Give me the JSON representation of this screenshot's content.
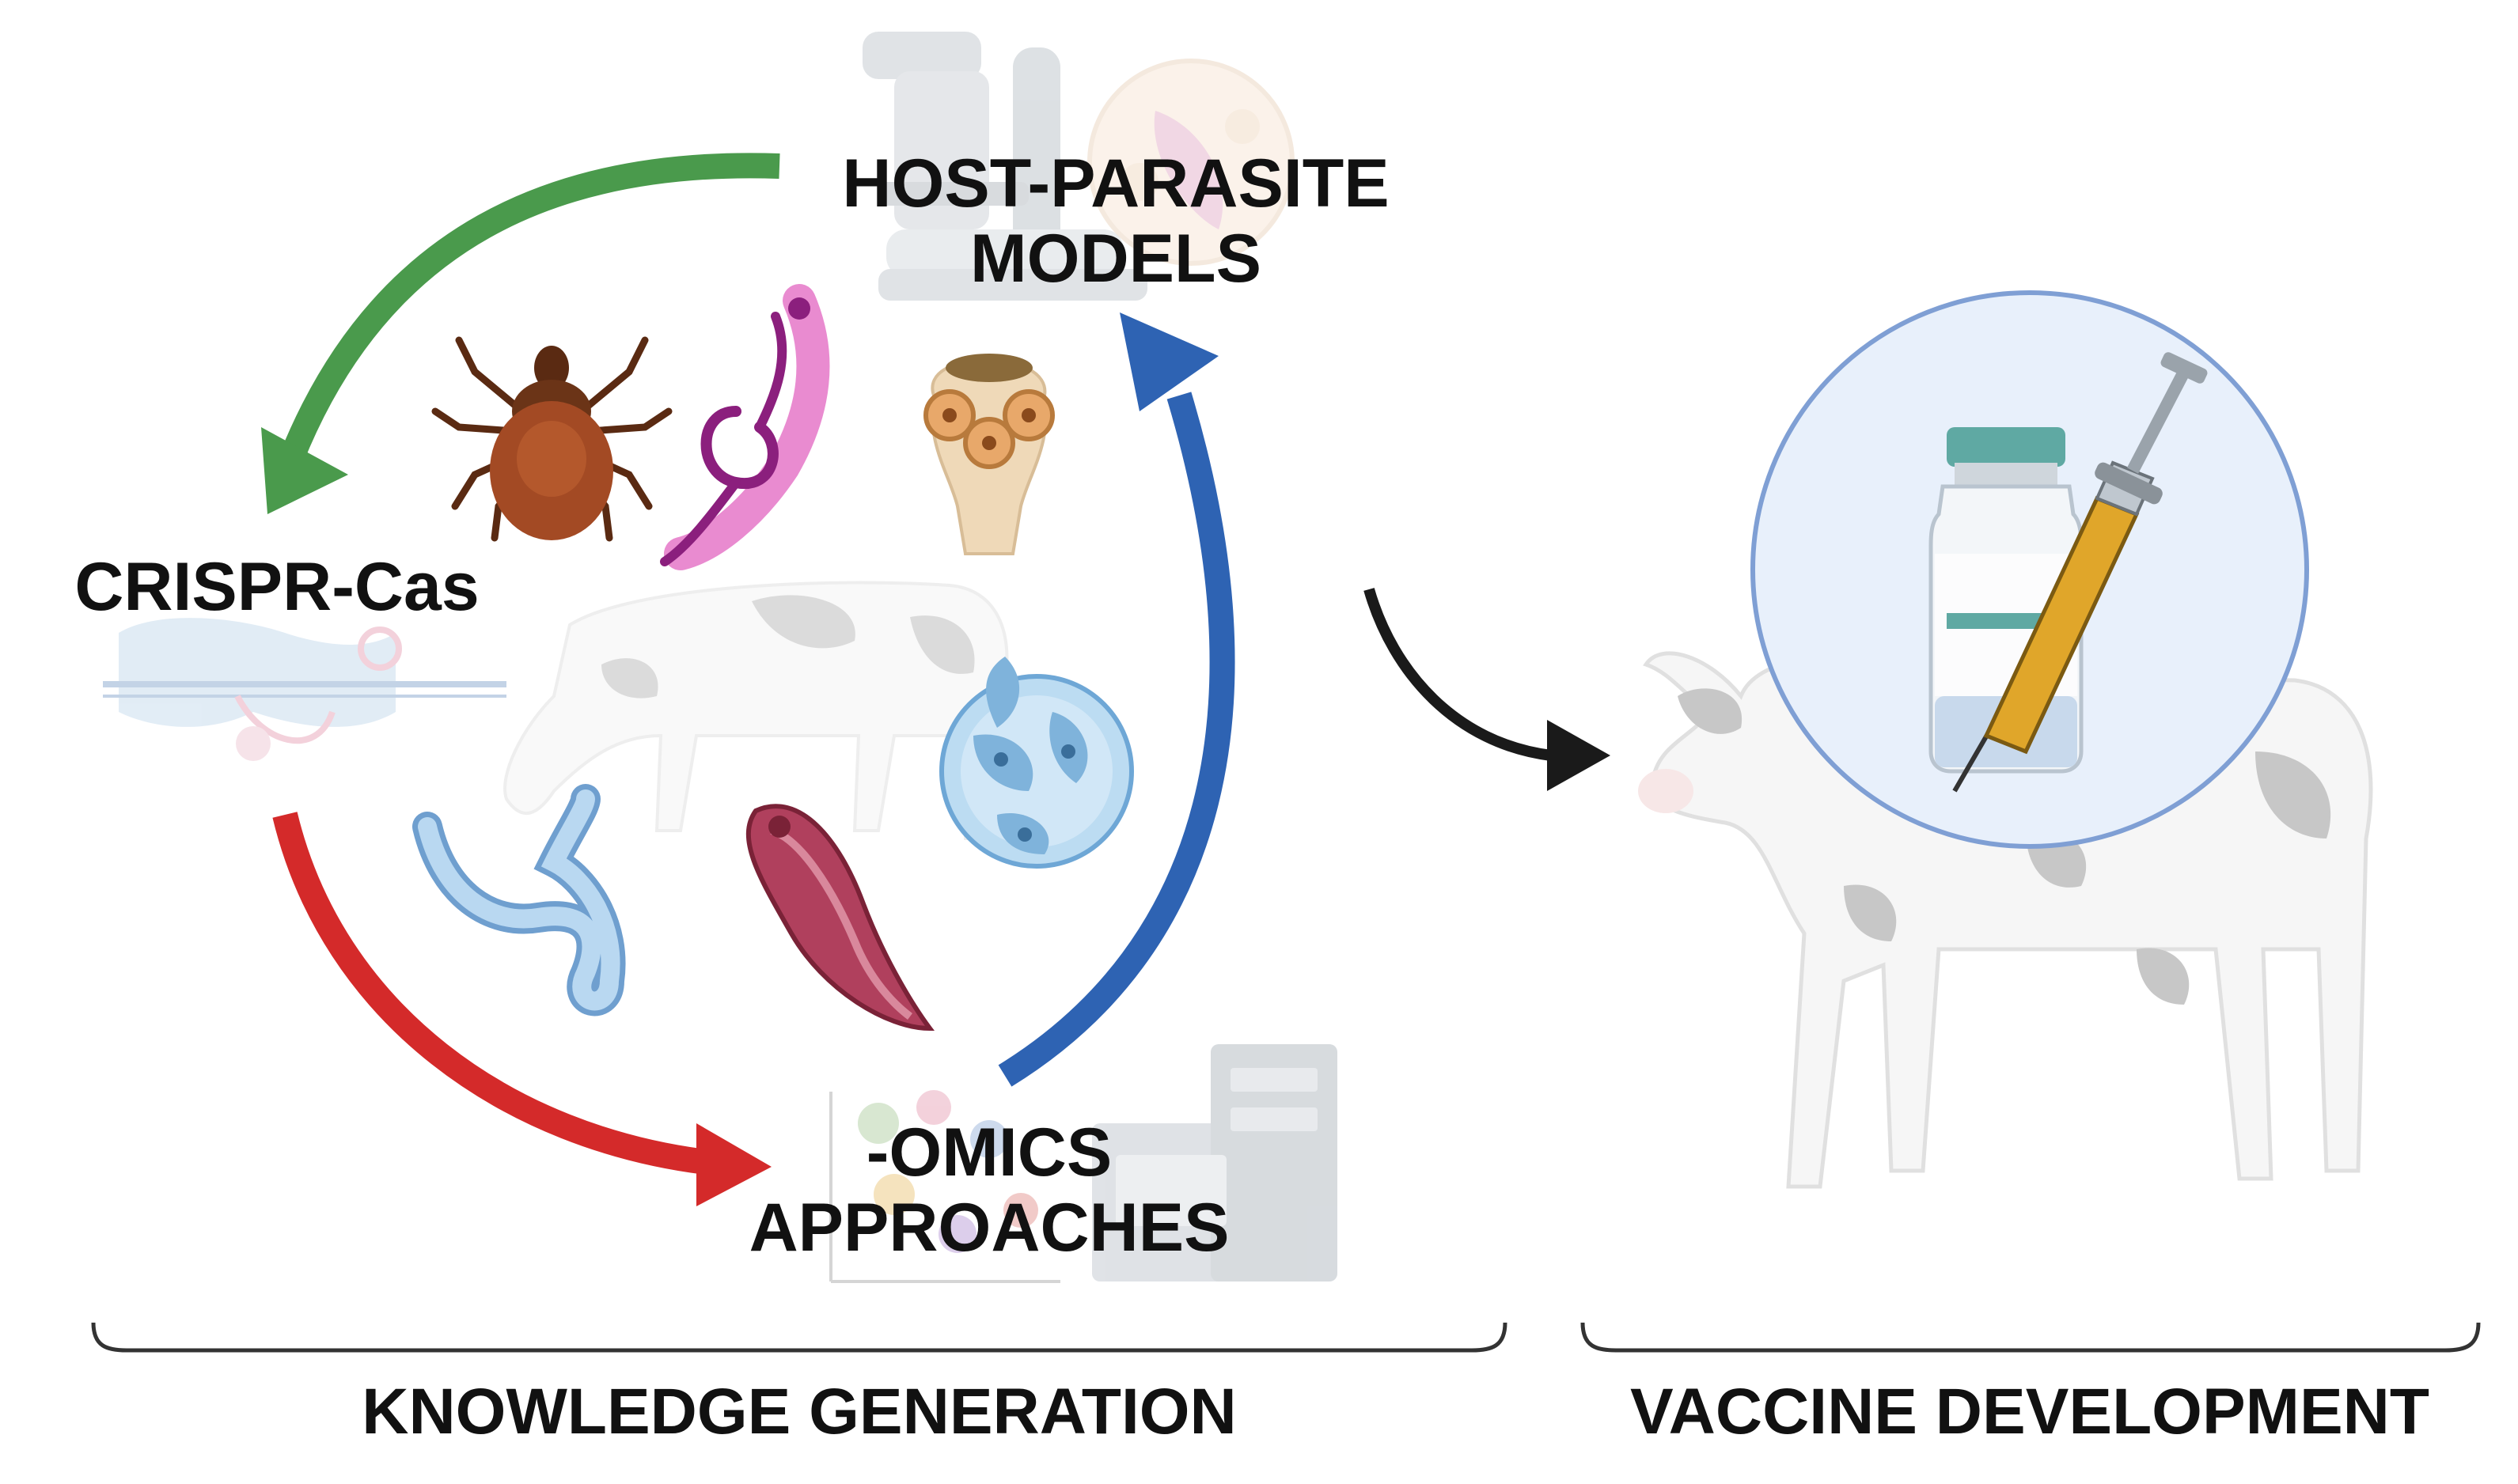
{
  "labels": {
    "host_parasite_line1": "HOST-PARASITE",
    "host_parasite_line2": "MODELS",
    "crispr": "CRISPR-Cas",
    "omics_line1": "-OMICS",
    "omics_line2": "APPROACHES",
    "knowledge": "KNOWLEDGE GENERATION",
    "vaccine": "VACCINE DEVELOPMENT"
  },
  "colors": {
    "green_arrow": "#4a9a4c",
    "red_arrow": "#d42a2a",
    "blue_arrow": "#2e63b3",
    "black_arrow": "#1a1a1a",
    "tick": "#8a3c1c",
    "worm_purple": "#c43aa6",
    "nematode_blue": "#8fbde6",
    "fluke": "#b0405d",
    "protozoa": "#7fb3db",
    "tapeworm": "#efd9b8",
    "vaccine_circle": "#e8f0fb",
    "vial_cap": "#5fa9a3",
    "syringe_fluid": "#e0a62a"
  },
  "icons": [
    "microscope-icon",
    "tick-icon",
    "worm-icon",
    "tapeworm-scolex-icon",
    "cow-icon",
    "protozoa-cyst-icon",
    "nematode-icon",
    "liver-fluke-icon",
    "crispr-cas-icon",
    "omics-plot-icon",
    "sequencer-icon",
    "calf-icon",
    "vaccine-vial-icon",
    "syringe-icon"
  ]
}
